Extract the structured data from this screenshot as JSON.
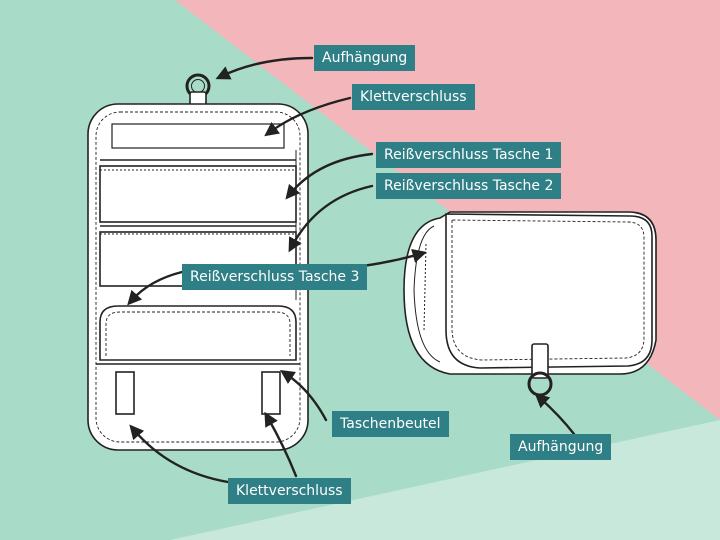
{
  "labels": {
    "aufhaengung_top": "Aufhängung",
    "klettverschluss_top": "Klettverschluss",
    "reissverschluss_1": "Reißverschluss Tasche 1",
    "reissverschluss_2": "Reißverschluss Tasche 2",
    "reissverschluss_3": "Reißverschluss Tasche 3",
    "taschenbeutel": "Taschenbeutel",
    "aufhaengung_right": "Aufhängung",
    "klettverschluss_bottom": "Klettverschluss"
  },
  "colors": {
    "mint": "#a8dcc9",
    "mint_light": "#c8e8dc",
    "pink": "#f2b6bb",
    "label_bg": "#2f7f86",
    "outline": "#222222",
    "bag_fill": "#ffffff"
  }
}
